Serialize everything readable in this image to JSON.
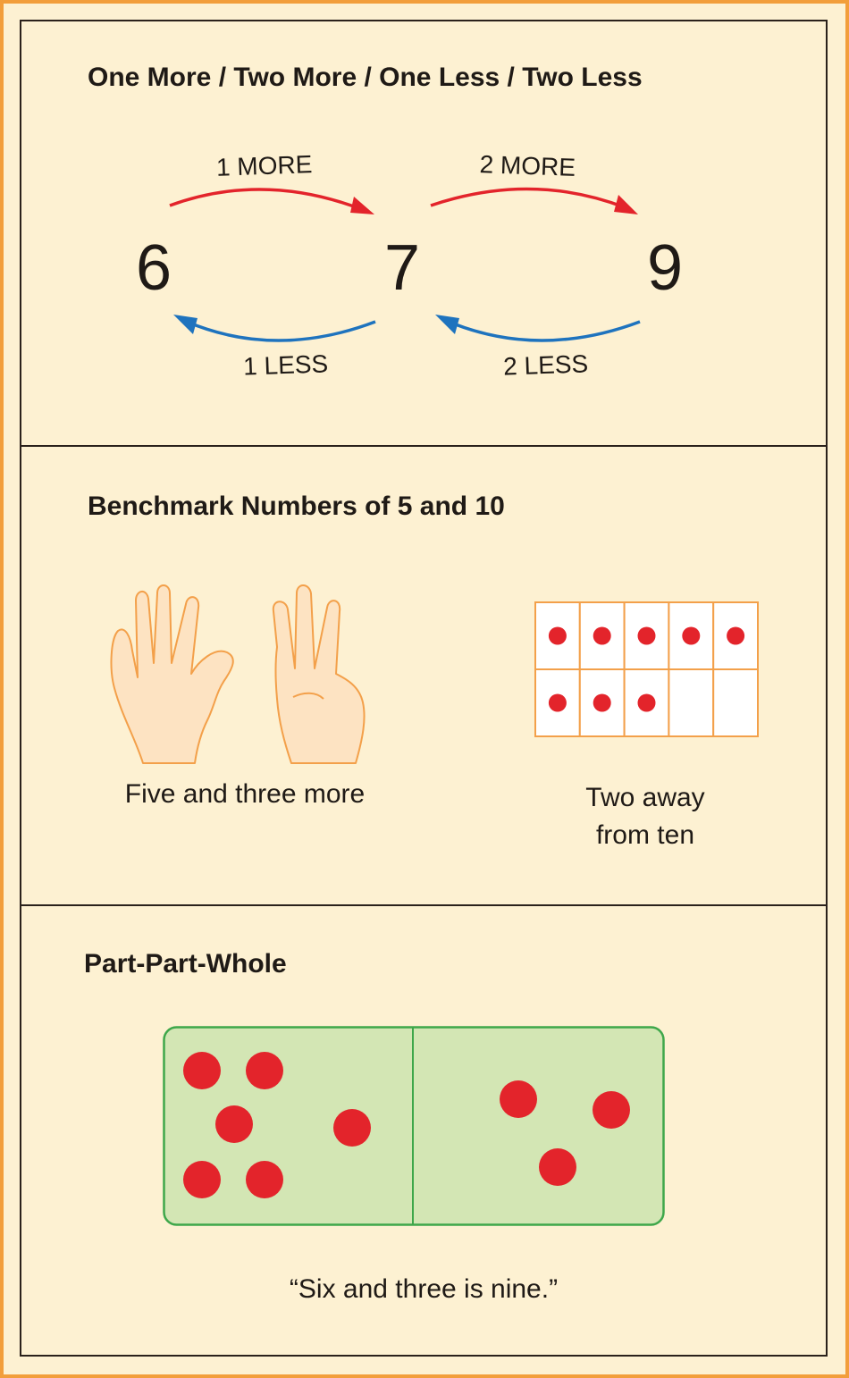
{
  "panel_one": {
    "title": "One More / Two More / One Less / Two Less",
    "numbers": [
      "6",
      "7",
      "9"
    ],
    "arrows": {
      "one_more": "1 MORE",
      "two_more": "2 MORE",
      "one_less": "1 LESS",
      "two_less": "2 LESS"
    },
    "colors": {
      "more": "#e3242b",
      "less": "#1e73be"
    }
  },
  "panel_two": {
    "title": "Benchmark Numbers of 5 and 10",
    "hands_caption": "Five and three more",
    "ten_frame_caption_line1": "Two away",
    "ten_frame_caption_line2": "from ten",
    "ten_frame": {
      "cells": 10,
      "filled": 8
    },
    "fingers_shown": {
      "left_hand": 5,
      "right_hand": 3
    }
  },
  "panel_three": {
    "title": "Part-Part-Whole",
    "left_part": 6,
    "right_part": 3,
    "caption": "“Six and three is nine.”",
    "colors": {
      "mat": "#d3e6b4",
      "mat_border": "#3ea74a",
      "counter": "#e3242b"
    }
  }
}
